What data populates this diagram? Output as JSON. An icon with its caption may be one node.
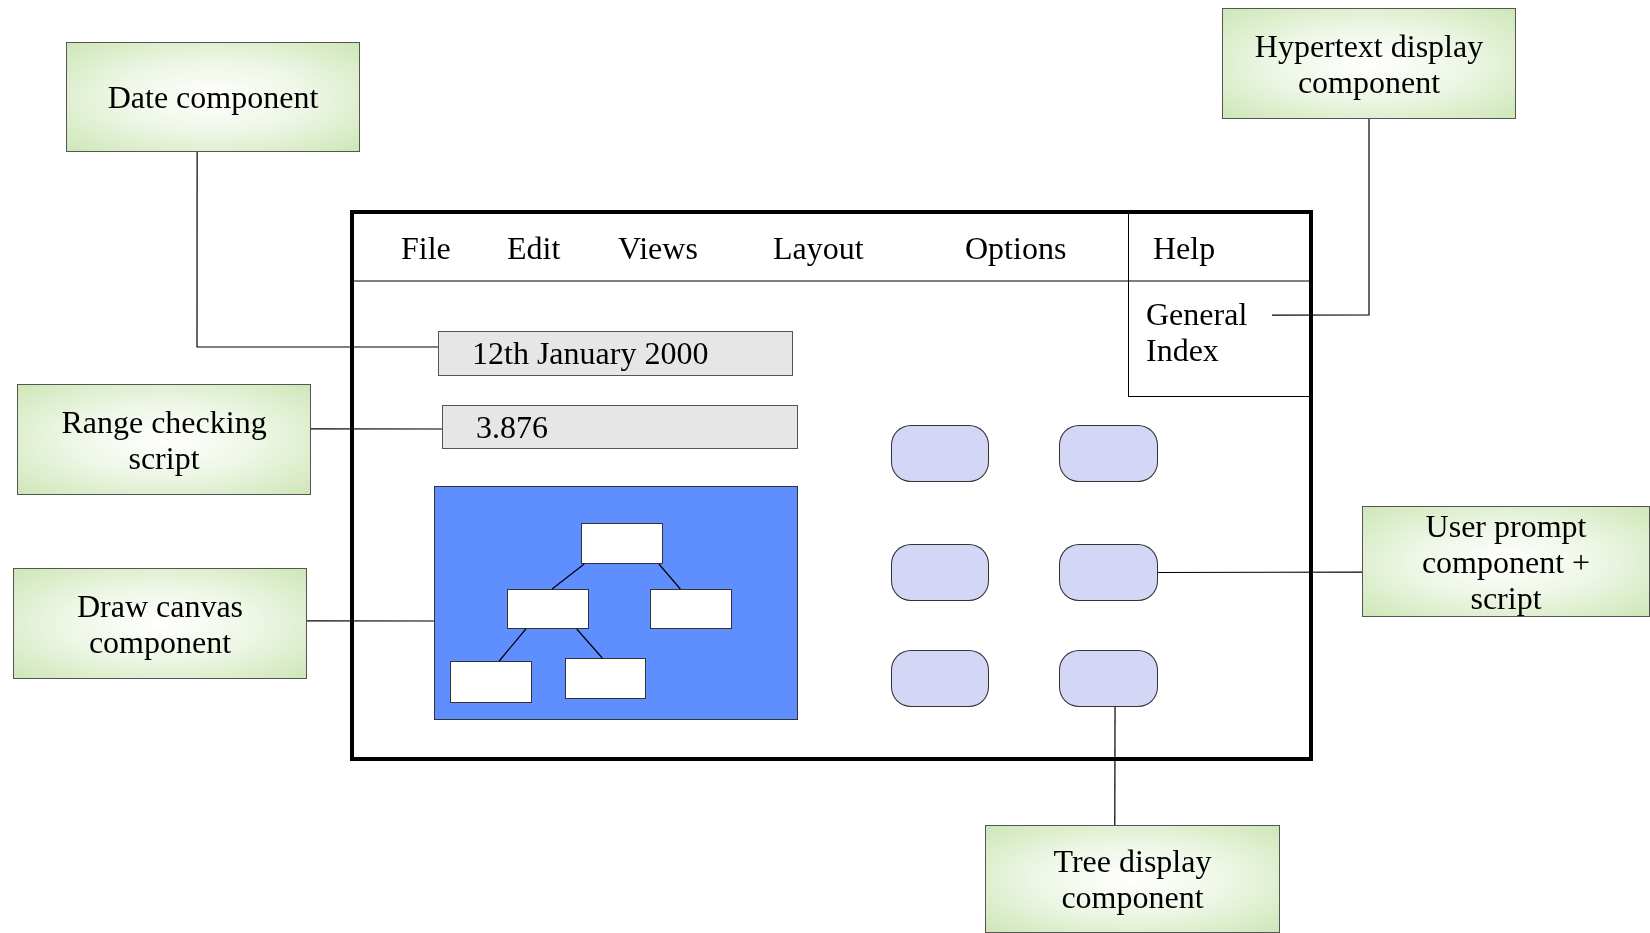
{
  "diagram": {
    "nodes": [
      {
        "text": [
          "Date component"
        ]
      },
      {
        "text": [
          "Hypertext display component"
        ]
      },
      {
        "text": [
          "Range checking script"
        ]
      },
      {
        "text": [
          "Draw canvas component"
        ]
      },
      {
        "text": [
          "User prompt component + script"
        ]
      },
      {
        "text": [
          "Tree display component"
        ]
      },
      {
        "text": [],
        "shape": "box"
      },
      {
        "text": [],
        "shape": "box",
        "in": 6
      },
      {
        "text": [
          "General Index"
        ],
        "in": 7
      },
      {
        "text": [
          "12th January 2000"
        ],
        "in": 6
      },
      {
        "text": [
          "3.876"
        ],
        "in": 6
      },
      {
        "text": [],
        "shape": "box",
        "in": 6
      },
      {
        "text": [],
        "shape": "box",
        "in": 11
      },
      {
        "text": [],
        "shape": "box",
        "in": 11
      },
      {
        "text": [],
        "shape": "box",
        "in": 11
      },
      {
        "text": [],
        "shape": "box",
        "in": 11
      },
      {
        "text": [],
        "shape": "box",
        "in": 11
      },
      {
        "text": [],
        "shape": "box",
        "in": 6
      },
      {
        "text": [],
        "shape": "box",
        "in": 6
      },
      {
        "text": [],
        "shape": "box",
        "in": 6
      },
      {
        "text": [],
        "shape": "box",
        "in": 6
      },
      {
        "text": [],
        "shape": "box",
        "in": 6
      },
      {
        "text": [],
        "shape": "box",
        "in": 6
      }
    ],
    "edges": [
      {
        "from": 0,
        "to": 9,
        "arrow": "none"
      },
      {
        "from": 1,
        "to": 8,
        "arrow": "none"
      },
      {
        "from": 2,
        "to": 10,
        "arrow": "none"
      },
      {
        "from": 3,
        "to": 11,
        "arrow": "none"
      },
      {
        "from": 4,
        "to": 20,
        "arrow": "none"
      },
      {
        "from": 5,
        "to": 22,
        "arrow": "none"
      },
      {
        "from": 12,
        "to": 13,
        "arrow": "none"
      },
      {
        "from": 12,
        "to": 14,
        "arrow": "none"
      },
      {
        "from": 13,
        "to": 15,
        "arrow": "none"
      },
      {
        "from": 13,
        "to": 16,
        "arrow": "none"
      }
    ],
    "labels": [
      "File",
      "Edit",
      "Views",
      "Layout",
      "Options",
      "Help"
    ]
  }
}
